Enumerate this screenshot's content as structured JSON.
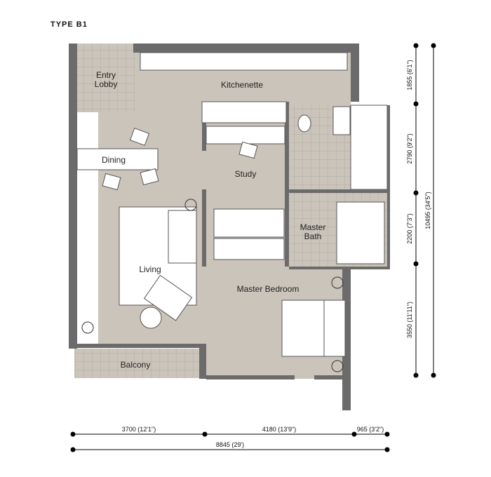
{
  "title": "TYPE B1",
  "rooms": {
    "entry": "Entry",
    "lobby": "Lobby",
    "kitchenette": "Kitchenette",
    "dining": "Dining",
    "study": "Study",
    "master": "Master",
    "bath": "Bath",
    "living": "Living",
    "master_bedroom": "Master Bedroom",
    "balcony": "Balcony"
  },
  "dimensions": {
    "horizontal": [
      "3700 (12'1\")",
      "4180 (13'9\")",
      "965 (3'2\")"
    ],
    "horizontal_total": "8845 (29')",
    "vertical": [
      "1855 (6'1\")",
      "2790 (9'2\")",
      "2200 (7'3\")",
      "3550 (11'11\")"
    ],
    "vertical_total": "10495 (34'5\")"
  },
  "colors": {
    "floor": "#cbc4ba",
    "wall": "#6b6b6b",
    "tile": "#c9c2b8"
  }
}
